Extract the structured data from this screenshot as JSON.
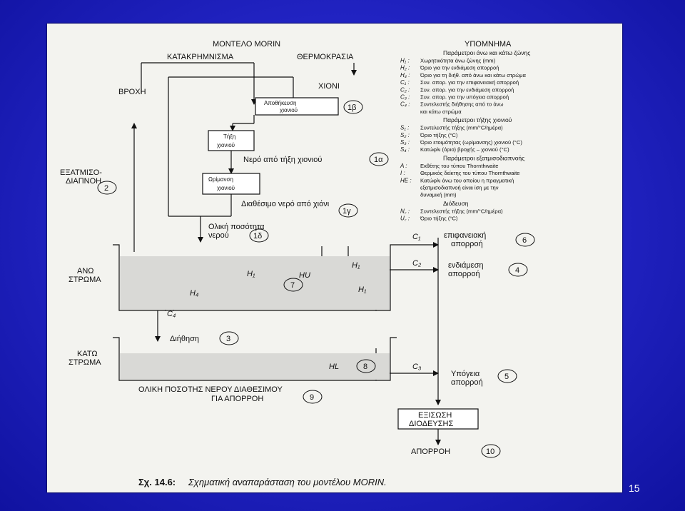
{
  "slide": {
    "number": "15"
  },
  "model": {
    "title": "ΜΟΝΤΕΛΟ MORIN",
    "precipitation": "ΚΑΤΑΚΡΗΜΝΙΣΜΑ",
    "temperature": "ΘΕΡΜΟΚΡΑΣΙΑ",
    "rain": "ΒΡΟΧΗ",
    "snow": "ΧΙΟΝΙ",
    "snow_storage": "Αποθήκευση χιονιού",
    "snow_storage_line1": "Αποθήκευση",
    "snow_storage_line2": "χιονιού",
    "snow_storage_num": "1β",
    "snowmelt_line1": "Τήξη",
    "snowmelt_line2": "χιονιού",
    "melt_water": "Νερό από τήξη χιονιού",
    "melt_water_num": "1α",
    "ripening_line1": "Ωρίμανση",
    "ripening_line2": "χιονιού",
    "available_water": "Διαθέσιμο νερό από χιόνι",
    "available_water_num": "1γ",
    "total_water_line1": "Ολική ποσότητα",
    "total_water_line2": "νερού",
    "total_water_num": "1δ",
    "evap_line1": "ΕΞΑΤΜΙΣΟ-",
    "evap_line2": "ΔΙΑΠΝΟΗ",
    "evap_num": "2",
    "upper_layer_line1": "ΑΝΩ",
    "upper_layer_line2": "ΣΤΡΩΜΑ",
    "lower_layer_line1": "ΚΑΤΩ",
    "lower_layer_line2": "ΣΤΡΩΜΑ",
    "h1": "H₁",
    "h4": "H₄",
    "hu": "HU",
    "hu_num": "7",
    "c1": "C₁",
    "c2": "C₂",
    "c3": "C₃",
    "c4": "C₄",
    "surface_runoff_line1": "επιφανειακή",
    "surface_runoff_line2": "απορροή",
    "surface_runoff_num": "6",
    "intermediate_runoff_line1": "ενδιάμεση",
    "intermediate_runoff_line2": "απορροή",
    "intermediate_runoff_num": "4",
    "percolation": "Διήθηση",
    "percolation_num": "3",
    "hl": "HL",
    "hl_num": "8",
    "groundwater_runoff_line1": "Υπόγεια",
    "groundwater_runoff_line2": "απορροή",
    "groundwater_runoff_num": "5",
    "total_available_line1": "ΟΛΙΚΗ ΠΟΣΟΤΗΣ ΝΕΡΟΥ ΔΙΑΘΕΣΙΜΟΥ",
    "total_available_line2": "ΓΙΑ ΑΠΟΡΡΟΗ",
    "total_available_num": "9",
    "routing_line1": "ΕΞΙΣΩΣΗ",
    "routing_line2": "ΔΙΟΔΕΥΣΗΣ",
    "runoff": "ΑΠΟΡΡΟΗ",
    "runoff_num": "10"
  },
  "legend": {
    "title": "ΥΠΟΜΝΗΜΑ",
    "sections": [
      {
        "heading": "Παράμετροι άνω και κάτω ζώνης",
        "items": [
          {
            "sym": "H₁ :",
            "text": "Χωρητικότητα άνω ζώνης (mm)"
          },
          {
            "sym": "H₂ :",
            "text": "Όριο για την ενδιάμεση απορροή"
          },
          {
            "sym": "H₄ :",
            "text": "Όριο για τη διήθ. από άνω και κάτω στρώμα"
          },
          {
            "sym": "C₁ :",
            "text": "Συν. απορ. για την επιφανειακή απορροή"
          },
          {
            "sym": "C₂ :",
            "text": "Συν. απορ. για την ενδιάμεση απορροή"
          },
          {
            "sym": "C₃ :",
            "text": "Συν. απορ. για την υπόγεια απορροή"
          },
          {
            "sym": "C₄ :",
            "text": "Συντελεστής διήθησης από το άνω"
          },
          {
            "sym": "",
            "text": "και κάτω στρώμα"
          }
        ]
      },
      {
        "heading": "Παράμετροι τήξης χιονιού",
        "items": [
          {
            "sym": "S₁ :",
            "text": "Συντελεστής τήξης (mm/°C/ημέρα)"
          },
          {
            "sym": "S₂ :",
            "text": "Όριο τήξης (°C)"
          },
          {
            "sym": "S₃ :",
            "text": "Όριο ετοιμότητας (ωρίμανσης) χιονιού (°C)"
          },
          {
            "sym": "S₄ :",
            "text": "Κατώφλι (όριο) βροχής – χιονιού (°C)"
          }
        ]
      },
      {
        "heading": "Παράμετροι εξατμισοδιαπνοής",
        "items": [
          {
            "sym": "A :",
            "text": "Εκθέτης του τύπου Thornthwaite"
          },
          {
            "sym": "I :",
            "text": "Θερμικός δείκτης του τύπου Thornthwaite"
          },
          {
            "sym": "HE :",
            "text": "Κατώφλι άνω του οποίου η πραγματική"
          },
          {
            "sym": "",
            "text": "εξατμισοδιαπνοή είναι ίση με την"
          },
          {
            "sym": "",
            "text": "δυναμική (mm)"
          }
        ]
      },
      {
        "heading": "Διόδευση",
        "items": [
          {
            "sym": "N꜀ :",
            "text": "Συντελεστής τήξης (mm/°C/ημέρα)"
          },
          {
            "sym": "U꜀ :",
            "text": "Όριο τήξης (°C)"
          }
        ]
      }
    ]
  },
  "caption": {
    "label": "Σχ. 14.6:",
    "text": "Σχηματική αναπαράσταση του μοντέλου MORIN."
  }
}
